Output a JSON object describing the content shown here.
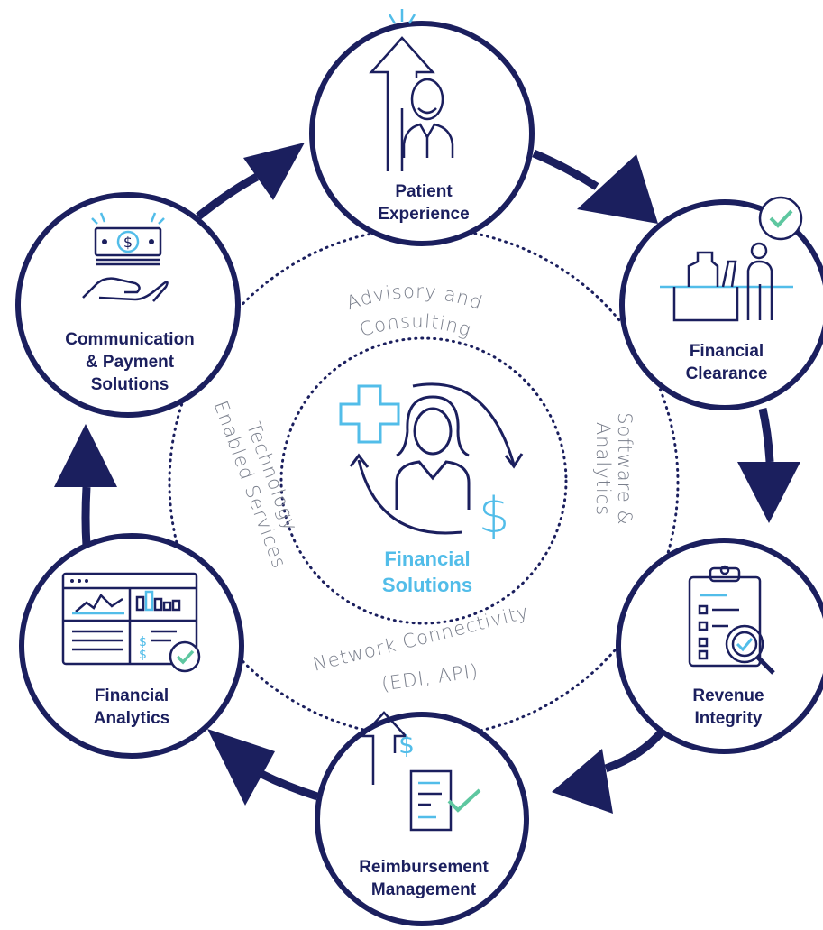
{
  "center": {
    "title_line1": "Financial",
    "title_line2": "Solutions"
  },
  "ring_labels": {
    "top": {
      "line1": "Advisory and",
      "line2": "Consulting"
    },
    "right": {
      "line1": "Software  &",
      "line2": "Analytics"
    },
    "bottom": {
      "line1": "Network Connectivity",
      "line2": "(EDI, API)"
    },
    "left": {
      "line1": "Technology",
      "line2": "Enabled Services"
    }
  },
  "nodes": {
    "patient_experience": {
      "line1": "Patient",
      "line2": "Experience",
      "icon": "person-arrow-up-icon"
    },
    "financial_clearance": {
      "line1": "Financial",
      "line2": "Clearance",
      "icon": "reception-desk-check-icon"
    },
    "revenue_integrity": {
      "line1": "Revenue",
      "line2": "Integrity",
      "icon": "clipboard-magnifier-icon"
    },
    "reimbursement_management": {
      "line1": "Reimbursement",
      "line2": "Management",
      "icon": "arrow-dollar-document-icon"
    },
    "financial_analytics": {
      "line1": "Financial",
      "line2": "Analytics",
      "icon": "dashboard-check-icon"
    },
    "communication_payment": {
      "line1": "Communication",
      "line2": "& Payment",
      "line3": "Solutions",
      "icon": "hand-cash-icon"
    }
  },
  "icon_texts": {
    "dollar": "$"
  },
  "colors": {
    "navy": "#1b1f5e",
    "cyan": "#52bde9",
    "green": "#5ec7a0",
    "gray": "#7a7f8c"
  }
}
